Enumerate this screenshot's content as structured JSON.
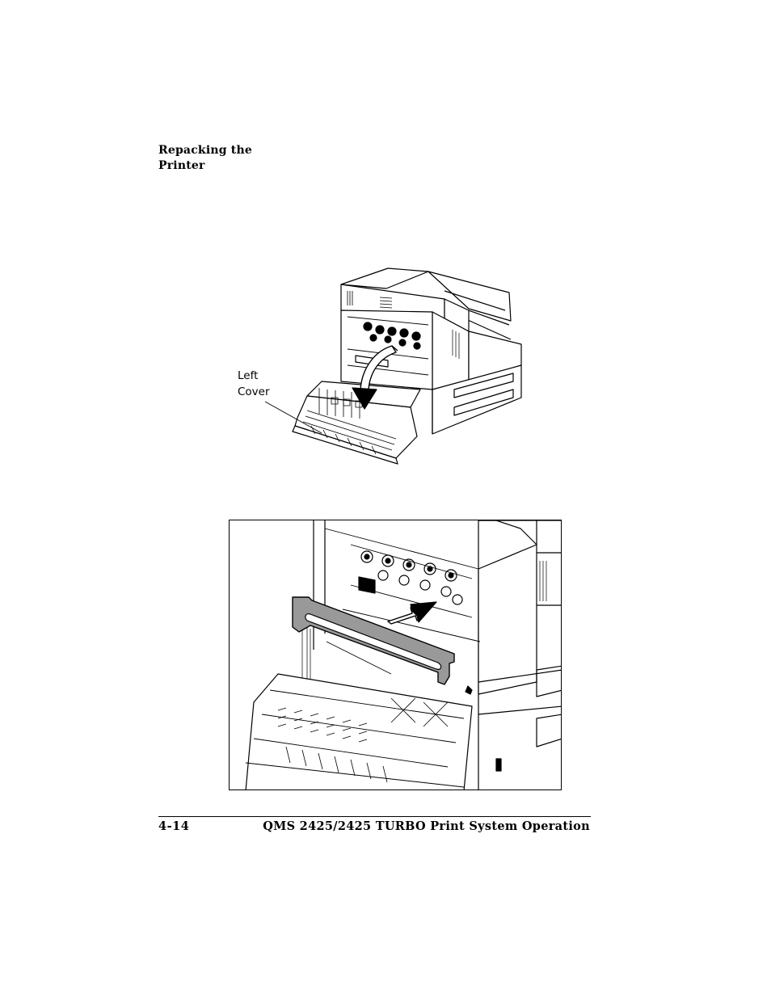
{
  "section": {
    "heading_line1": "Repacking the",
    "heading_line2": "Printer"
  },
  "figure1": {
    "callout_line1": "Left",
    "callout_line2": "Cover"
  },
  "footer": {
    "page_number": "4-14",
    "document_title": "QMS 2425/2425 TURBO Print System Operation"
  }
}
